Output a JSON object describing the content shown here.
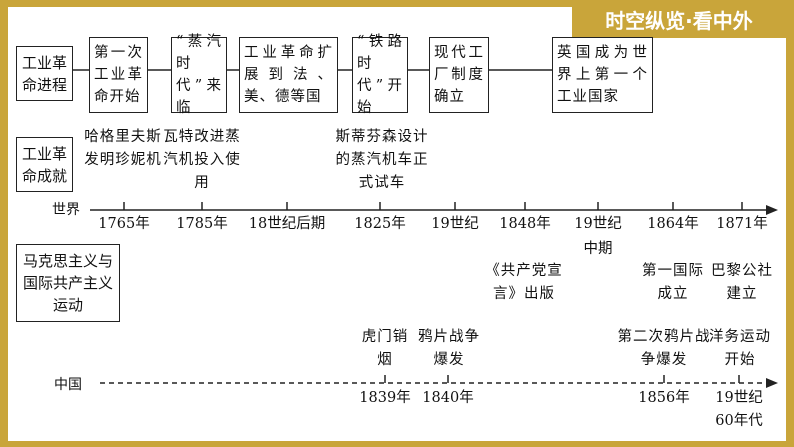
{
  "header": {
    "title": "时空纵览·看中外"
  },
  "categories": {
    "process": "工业革命进程",
    "achievement": "工业革命成就",
    "marxism": "马克思主义与国际共产主义运动"
  },
  "process_boxes": [
    "第一次工业革命开始",
    "“蒸汽时代”来临",
    "工业革命扩展到法、美、德等国",
    "“铁路时代”开始",
    "现代工厂制度确立",
    "英国成为世界上第一个工业国家"
  ],
  "achievements": [
    "哈格里夫斯发明珍妮机",
    "瓦特改进蒸汽机投入使用",
    "斯蒂芬森设计的蒸汽机车正式试车"
  ],
  "world_axis": {
    "label": "世界",
    "ticks": [
      "1765年",
      "1785年",
      "18世纪后期",
      "1825年",
      "19世纪",
      "1848年",
      "19世纪",
      "1864年",
      "1871年"
    ],
    "tick_extra": "中期"
  },
  "marxism_events": [
    "《共产党宣言》出版",
    "第一国际成立",
    "巴黎公社建立"
  ],
  "china_axis": {
    "label": "中国",
    "ticks": [
      "1839年",
      "1840年",
      "1856年",
      "19世纪"
    ],
    "tick_extra": "60年代"
  },
  "china_events": [
    "虎门销烟",
    "鸦片战争爆发",
    "第二次鸦片战争爆发",
    "洋务运动开始"
  ]
}
